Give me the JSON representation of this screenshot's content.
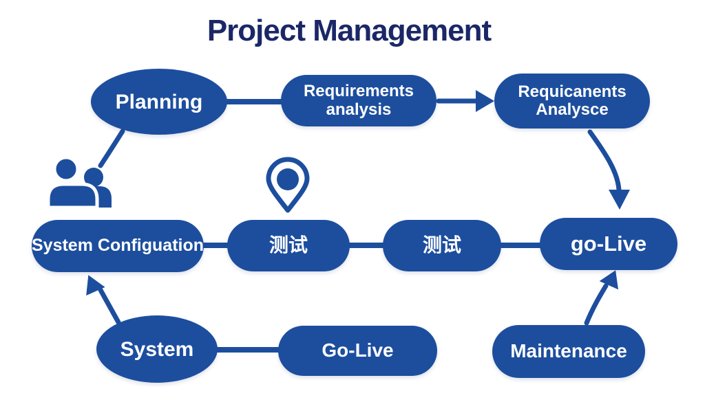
{
  "title": "Project Management",
  "colors": {
    "node_blue": "#1d4e9e",
    "title_navy": "#1b2766",
    "node_text": "#ffffff"
  },
  "nodes": {
    "planning": {
      "label": "Planning"
    },
    "requirements_analysis": {
      "line1": "Requirements",
      "line2": "analysis"
    },
    "requirements_analysce": {
      "line1": "Requicanents",
      "line2": "Analysce"
    },
    "system_configuration": {
      "label": "System Configuation"
    },
    "testing_1": {
      "label": "测试"
    },
    "testing_2": {
      "label": "测试"
    },
    "go_live_middle": {
      "label": "go-Live"
    },
    "system": {
      "label": "System"
    },
    "go_live_bottom": {
      "label": "Go-Live"
    },
    "maintenance": {
      "label": "Maintenance"
    }
  },
  "icons": {
    "team": "two-people-icon",
    "location": "map-pin-icon"
  }
}
